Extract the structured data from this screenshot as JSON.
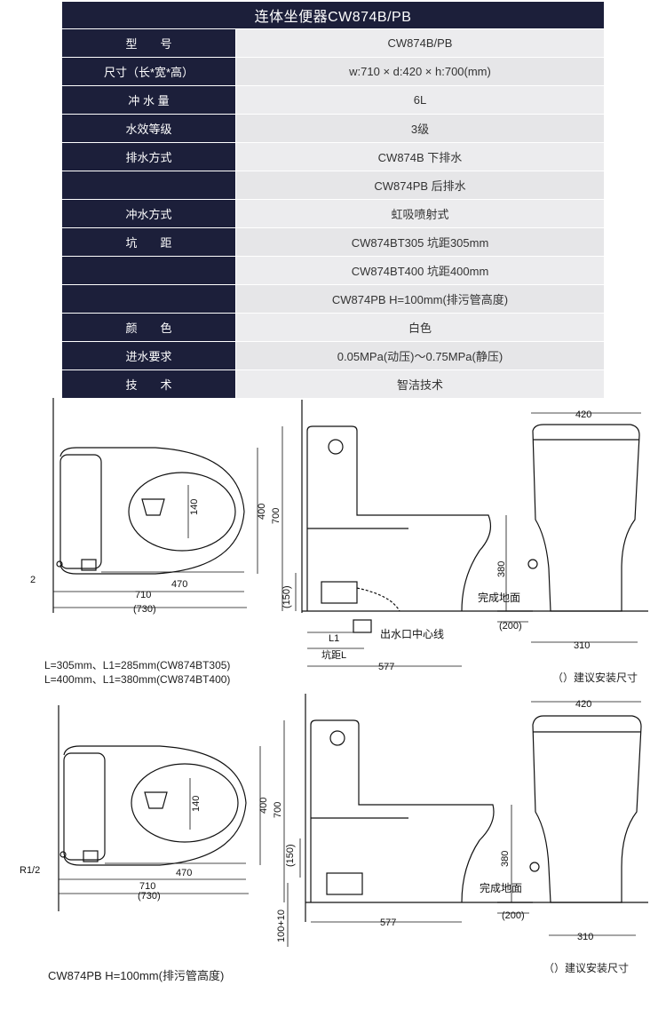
{
  "spec_table": {
    "title": "连体坐便器CW874B/PB",
    "rows": [
      {
        "key": "型　　号",
        "value": "CW874B/PB"
      },
      {
        "key": "尺寸（长*宽*高）",
        "value": "w:710 × d:420 × h:700(mm)"
      },
      {
        "key": "冲 水 量",
        "value": "6L"
      },
      {
        "key": "水效等级",
        "value": "3级"
      },
      {
        "key": "排水方式",
        "value": "CW874B 下排水"
      },
      {
        "key": "",
        "value": "CW874PB 后排水"
      },
      {
        "key": "冲水方式",
        "value": "虹吸喷射式"
      },
      {
        "key": "坑　　距",
        "value": "CW874BT305 坑距305mm"
      },
      {
        "key": "",
        "value": "CW874BT400 坑距400mm"
      },
      {
        "key": "",
        "value": "CW874PB H=100mm(排污管高度)"
      },
      {
        "key": "颜　　色",
        "value": "白色"
      },
      {
        "key": "进水要求",
        "value": "0.05MPa(动压)～0.75MPa(静压)"
      },
      {
        "key": "技　　术",
        "value": "智洁技术"
      }
    ]
  },
  "drawing1": {
    "dim_2": "2",
    "dim_470": "470",
    "dim_710": "710",
    "dim_730": "(730)",
    "dim_140": "140",
    "dim_400": "400",
    "dim_700": "700",
    "dim_150": "(150)",
    "dim_380": "380",
    "dim_420": "420",
    "dim_200": "(200)",
    "dim_310": "310",
    "dim_577": "577",
    "dim_L1": "L1",
    "dim_kengju": "坑距L",
    "label_floor": "完成地面",
    "label_outlet": "出水口中心线",
    "note_line1": "L=305mm、L1=285mm(CW874BT305)",
    "note_line2": "L=400mm、L1=380mm(CW874BT400)",
    "legend": "（）建议安装尺寸"
  },
  "drawing2": {
    "dim_R12": "R1/2",
    "dim_470": "470",
    "dim_710": "710",
    "dim_730": "(730)",
    "dim_140": "140",
    "dim_400": "400",
    "dim_700": "700",
    "dim_150": "(150)",
    "dim_380": "380",
    "dim_420": "420",
    "dim_200": "(200)",
    "dim_310": "310",
    "dim_577": "577",
    "dim_100": "100+10",
    "label_floor": "完成地面",
    "note": "CW874PB H=100mm(排污管高度)",
    "legend": "（）建议安装尺寸"
  }
}
